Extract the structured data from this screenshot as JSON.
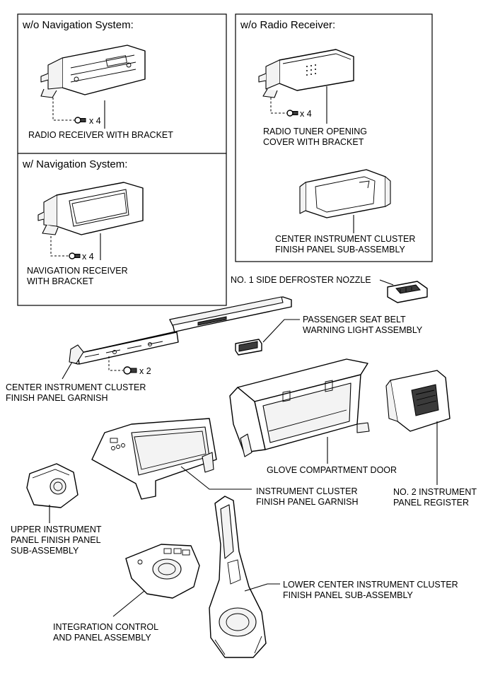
{
  "boxes": {
    "wo_nav_header": "w/o Navigation System:",
    "w_nav_header": "w/ Navigation System:",
    "wo_radio_header": "w/o Radio Receiver:"
  },
  "quantities": {
    "radio_screws": "x 4",
    "nav_screws": "x 4",
    "tuner_screws": "x 4",
    "garnish_screws": "x 2"
  },
  "labels": {
    "radio_receiver": [
      "RADIO RECEIVER WITH BRACKET"
    ],
    "navigation_receiver": [
      "NAVIGATION RECEIVER",
      "WITH BRACKET"
    ],
    "radio_tuner_cover": [
      "RADIO TUNER OPENING",
      "COVER WITH BRACKET"
    ],
    "center_cluster_finish_panel": [
      "CENTER INSTRUMENT CLUSTER",
      "FINISH PANEL SUB-ASSEMBLY"
    ],
    "side_defroster_nozzle": [
      "NO. 1 SIDE DEFROSTER NOZZLE"
    ],
    "passenger_seat_belt_light": [
      "PASSENGER SEAT BELT",
      "WARNING LIGHT ASSEMBLY"
    ],
    "center_cluster_garnish": [
      "CENTER INSTRUMENT CLUSTER",
      "FINISH PANEL GARNISH"
    ],
    "glove_compartment_door": [
      "GLOVE COMPARTMENT DOOR"
    ],
    "instrument_cluster_garnish": [
      "INSTRUMENT CLUSTER",
      "FINISH PANEL GARNISH"
    ],
    "no2_panel_register": [
      "NO. 2 INSTRUMENT",
      "PANEL REGISTER"
    ],
    "upper_finish_panel": [
      "UPPER INSTRUMENT",
      "PANEL FINISH PANEL",
      "SUB-ASSEMBLY"
    ],
    "lower_center_finish_panel": [
      "LOWER CENTER INSTRUMENT CLUSTER",
      "FINISH PANEL SUB-ASSEMBLY"
    ],
    "integration_control_panel": [
      "INTEGRATION CONTROL",
      "AND PANEL ASSEMBLY"
    ]
  }
}
